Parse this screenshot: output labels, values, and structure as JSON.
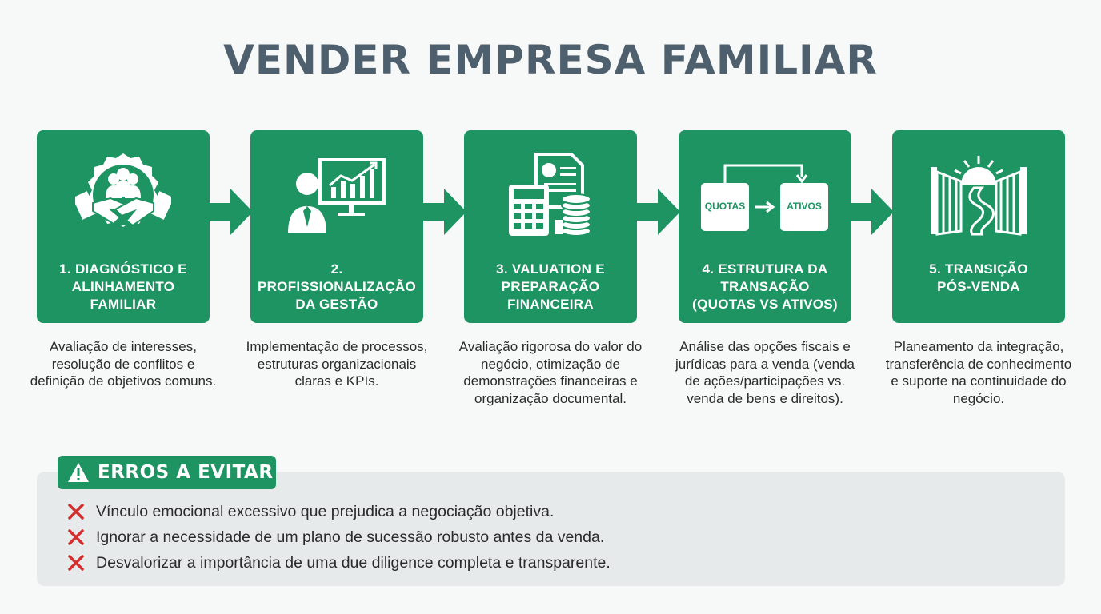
{
  "title": "VENDER EMPRESA FAMILIAR",
  "colors": {
    "accent": "#1e9463",
    "title": "#4e5f6e",
    "error_x": "#d32f2f",
    "panel": "#e7eaea"
  },
  "steps": [
    {
      "icon": "handshake-family-icon",
      "label": "1. DIAGNÓSTICO E\nALINHAMENTO\nFAMILIAR",
      "description": "Avaliação de interesses, resolução de conflitos e definição de objetivos comuns."
    },
    {
      "icon": "presenter-chart-icon",
      "label": "2. PROFISSIONALIZAÇÃO\nDA GESTÃO",
      "description": "Implementação de processos, estruturas organizacionais claras e KPIs."
    },
    {
      "icon": "calculator-documents-coins-icon",
      "label": "3. VALUATION E\nPREPARAÇÃO\nFINANCEIRA",
      "description": "Avaliação rigorosa do valor do negócio, otimização de demonstrações financeiras e organização documental."
    },
    {
      "icon": "quotas-ativos-icon",
      "label": "4. ESTRUTURA DA\nTRANSAÇÃO\n(QUOTAS VS ATIVOS)",
      "description": "Análise das opções fiscais e jurídicas para a venda (venda de ações/participações vs. venda de bens e direitos).",
      "icon_text": {
        "left": "QUOTAS",
        "right": "ATIVOS"
      }
    },
    {
      "icon": "gate-sunrise-path-icon",
      "label": "5. TRANSIÇÃO\nPÓS-VENDA",
      "description": "Planeamento da integração, transferência de conhecimento e suporte na continuidade do negócio."
    }
  ],
  "errors": {
    "heading": "ERROS A EVITAR",
    "items": [
      "Vínculo emocional excessivo que prejudica a negociação objetiva.",
      "Ignorar a necessidade de um plano de sucessão robusto antes da venda.",
      "Desvalorizar a importância de uma due diligence completa e transparente."
    ]
  }
}
